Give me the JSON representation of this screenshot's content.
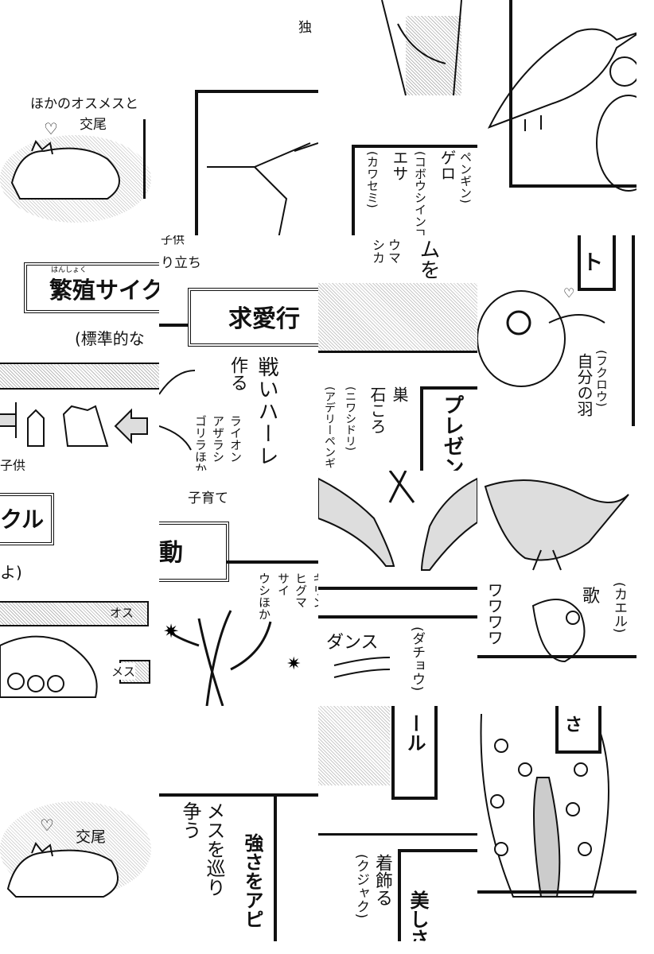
{
  "tiles": {
    "r0c0": {
      "line1": "ほかのオスメスと",
      "line2": "交尾"
    },
    "r0c1": {
      "text": "独"
    },
    "r0c2": {
      "a": "ペンギン)",
      "b": "ゲロ",
      "c": "(コボウシインコ)",
      "d": "エサ",
      "e": "(カワセミ)"
    },
    "r1c0": {
      "ruby": "はんしょく",
      "title": "繁殖サイク",
      "sub": "(標準的な",
      "kids": "子供"
    },
    "r1c1": {
      "top1": "子供",
      "top2": "り立ち",
      "title": "求愛行",
      "a": "作る",
      "b": "戦いハーレ",
      "c": "ライオン",
      "d": "アザラシ",
      "e": "ゴリラほか"
    },
    "r1c2": {
      "a": "ウマ",
      "b": "シカ",
      "c": "ムを",
      "d": "巣",
      "e": "石ころ",
      "f": "(ニワシドリ)",
      "g": "(アデリーペンギン)",
      "h": "プレゼン"
    },
    "r1c3": {
      "a": "ト",
      "b": "自分の羽",
      "c": "(フクロウ)"
    },
    "r2c0": {
      "title": "クル",
      "sub": "よ)",
      "male": "オス",
      "female": "メス"
    },
    "r2c1": {
      "top": "子育て",
      "title": "動",
      "a": "ウシほか",
      "b": "サイ",
      "c": "ヒグマ",
      "d": "キリン"
    },
    "r2c2": {
      "a": "ダンス",
      "b": "(ダチョウ)"
    },
    "r2c3": {
      "a": "歌",
      "b": "(カエル)",
      "c": "ワワワワ"
    },
    "r3c0": {
      "a": "交尾"
    },
    "r3c1": {
      "a": "メスを巡り",
      "b": "争う",
      "c": "強さをアピ"
    },
    "r3c2": {
      "a": "ール",
      "b": "着飾る",
      "c": "(クジャク)",
      "d": "美しさ"
    },
    "r3c3": {
      "a": "さ"
    }
  }
}
